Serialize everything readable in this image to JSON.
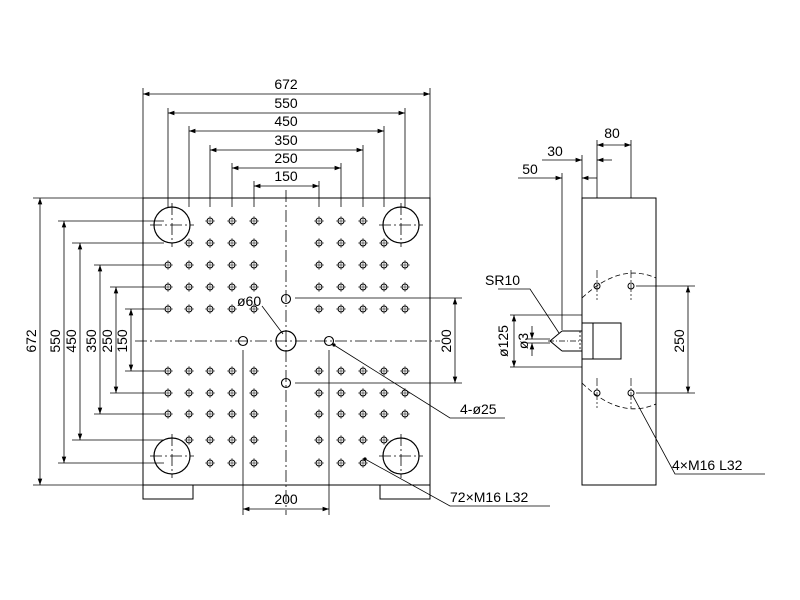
{
  "front_view": {
    "dims_top": [
      "672",
      "550",
      "450",
      "350",
      "250",
      "150"
    ],
    "dims_left": [
      "672",
      "550",
      "450",
      "350",
      "250",
      "150"
    ],
    "dim_right_200": "200",
    "dim_bottom_200": "200",
    "center_hole": "ø60",
    "note_4_25": "4-ø25",
    "note_72_m16": "72×M16 L32"
  },
  "side_view": {
    "dim_80": "80",
    "dim_30": "30",
    "dim_50": "50",
    "sr10": "SR10",
    "d125": "ø125",
    "d3": "ø3",
    "dim_250": "250",
    "note_4_m16": "4×M16 L32"
  }
}
